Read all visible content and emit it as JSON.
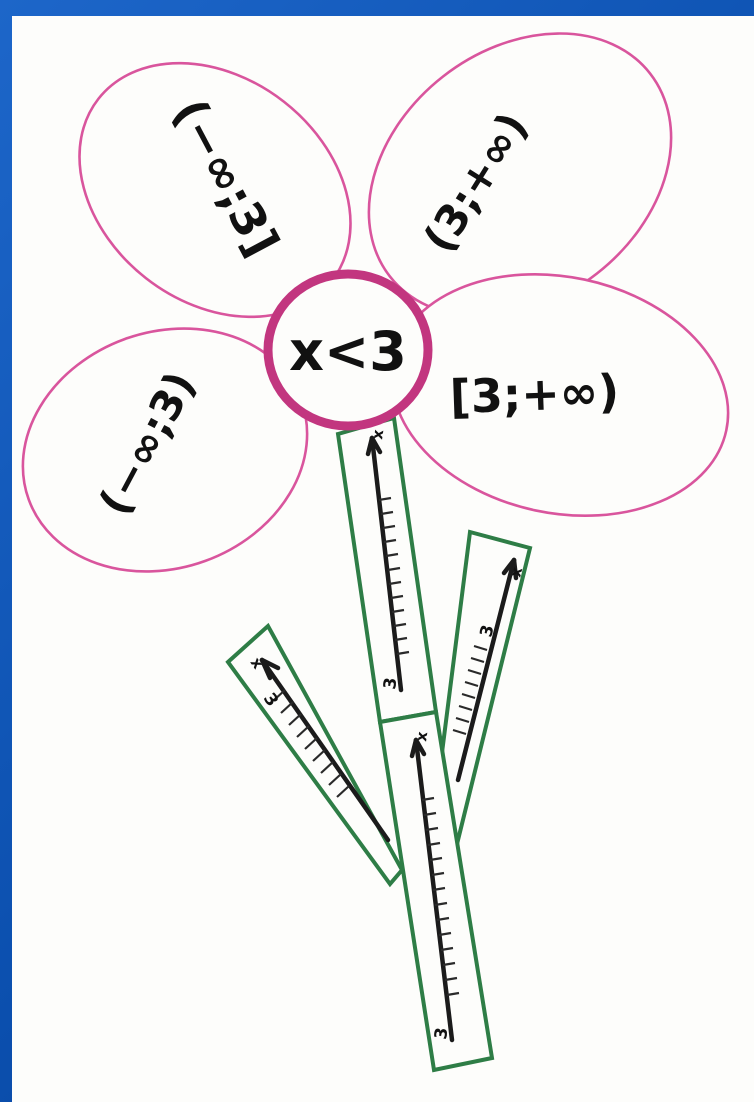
{
  "center_label": "x<3",
  "petals": [
    {
      "label": "(−∞;3]"
    },
    {
      "label": "(3;+∞)"
    },
    {
      "label": "(−∞;3)"
    },
    {
      "label": "[3;+∞)"
    }
  ],
  "number_lines": [
    {
      "point_label": "3",
      "axis_label": "x"
    },
    {
      "point_label": "3",
      "axis_label": "x"
    },
    {
      "point_label": "3",
      "axis_label": "x"
    },
    {
      "point_label": "3",
      "axis_label": "x"
    }
  ],
  "colors": {
    "background": "#0b4fae",
    "paper": "#fdfdfb",
    "petal_outline": "#d9559d",
    "center_outline": "#c2367f",
    "stem_outline": "#2e7d46",
    "ink": "#111111"
  }
}
